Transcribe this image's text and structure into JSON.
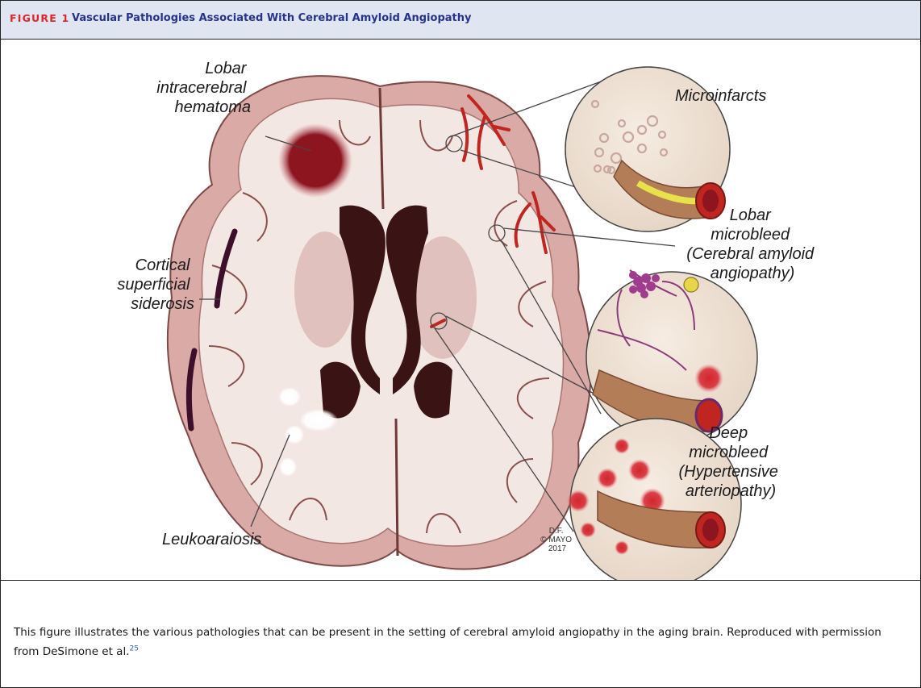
{
  "figure": {
    "label": "FIGURE 1",
    "title": "Vascular Pathologies Associated With Cerebral Amyloid Angiopathy"
  },
  "labels": {
    "lobar_hematoma": [
      "Lobar",
      "intracerebral",
      "hematoma"
    ],
    "siderosis": [
      "Cortical",
      "superficial",
      "siderosis"
    ],
    "leukoaraiosis": "Leukoaraiosis",
    "microinfarcts": "Microinfarcts",
    "lobar_microbleed": [
      "Lobar",
      "microbleed",
      "(Cerebral amyloid",
      "angiopathy)"
    ],
    "deep_microbleed": [
      "Deep",
      "microbleed",
      "(Hypertensive",
      "arteriopathy)"
    ],
    "credit": [
      "D.F.",
      "© MAYO",
      "2017"
    ]
  },
  "caption": {
    "text": "This figure illustrates the various pathologies that can be present in the setting of cerebral amyloid angiopathy in the aging brain. Reproduced with permission from DeSimone et al.",
    "ref": "25"
  },
  "colors": {
    "header_bg": "#dfe6f2",
    "label_red": "#e0242a",
    "title_blue": "#26338a",
    "brain_tissue": "#d9aaa6",
    "white_matter": "#f3e7e3",
    "ventricle": "#3a1414",
    "hemorrhage": "#8c1520",
    "vessel_red": "#c0261f"
  }
}
